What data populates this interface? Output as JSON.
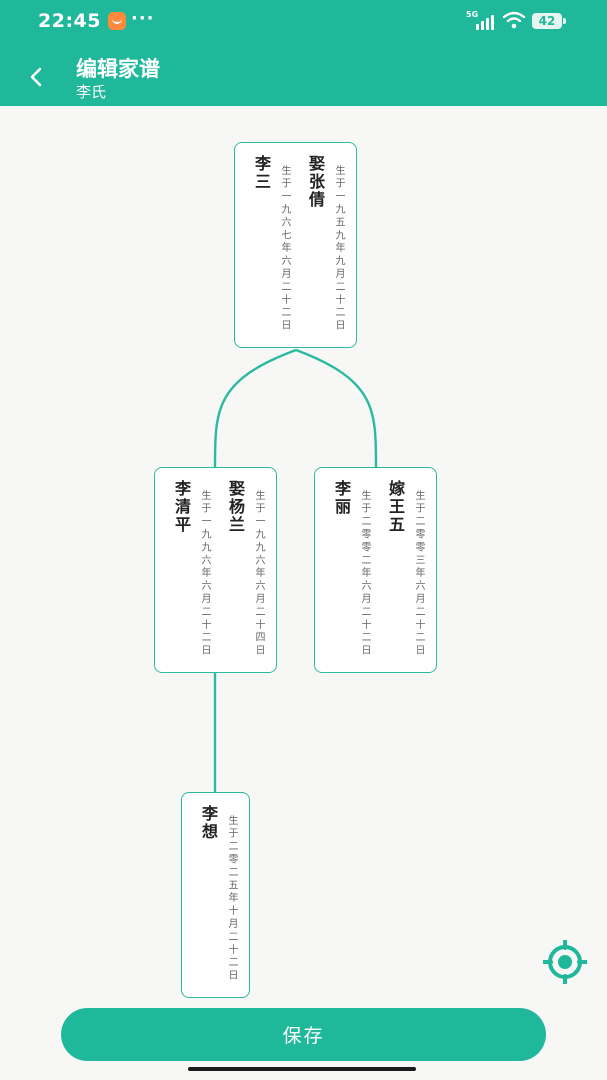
{
  "status_bar": {
    "time": "22:45",
    "dots": "···",
    "network": "5G",
    "battery": "42"
  },
  "header": {
    "title": "编辑家谱",
    "subtitle": "李氏"
  },
  "tree": {
    "root": {
      "name": "李三",
      "born": "生于一九六七年六月二十二日",
      "spouse": "娶张倩",
      "spouse_born": "生于一九五九年九月二十二日"
    },
    "child_1": {
      "name": "李清平",
      "born": "生于一九九六年六月二十二日",
      "spouse": "娶杨兰",
      "spouse_born": "生于一九九六年六月二十四日"
    },
    "child_2": {
      "name": "李丽",
      "born": "生于二零零二年六月二十二日",
      "spouse": "嫁王五",
      "spouse_born": "生于二零零三年六月二十二日"
    },
    "grandchild_1": {
      "name": "李想",
      "born": "生于二零二五年十月二十二日"
    }
  },
  "actions": {
    "save_label": "保存"
  },
  "colors": {
    "accent": "#1fb89a",
    "connector": "#2bb9a0"
  }
}
